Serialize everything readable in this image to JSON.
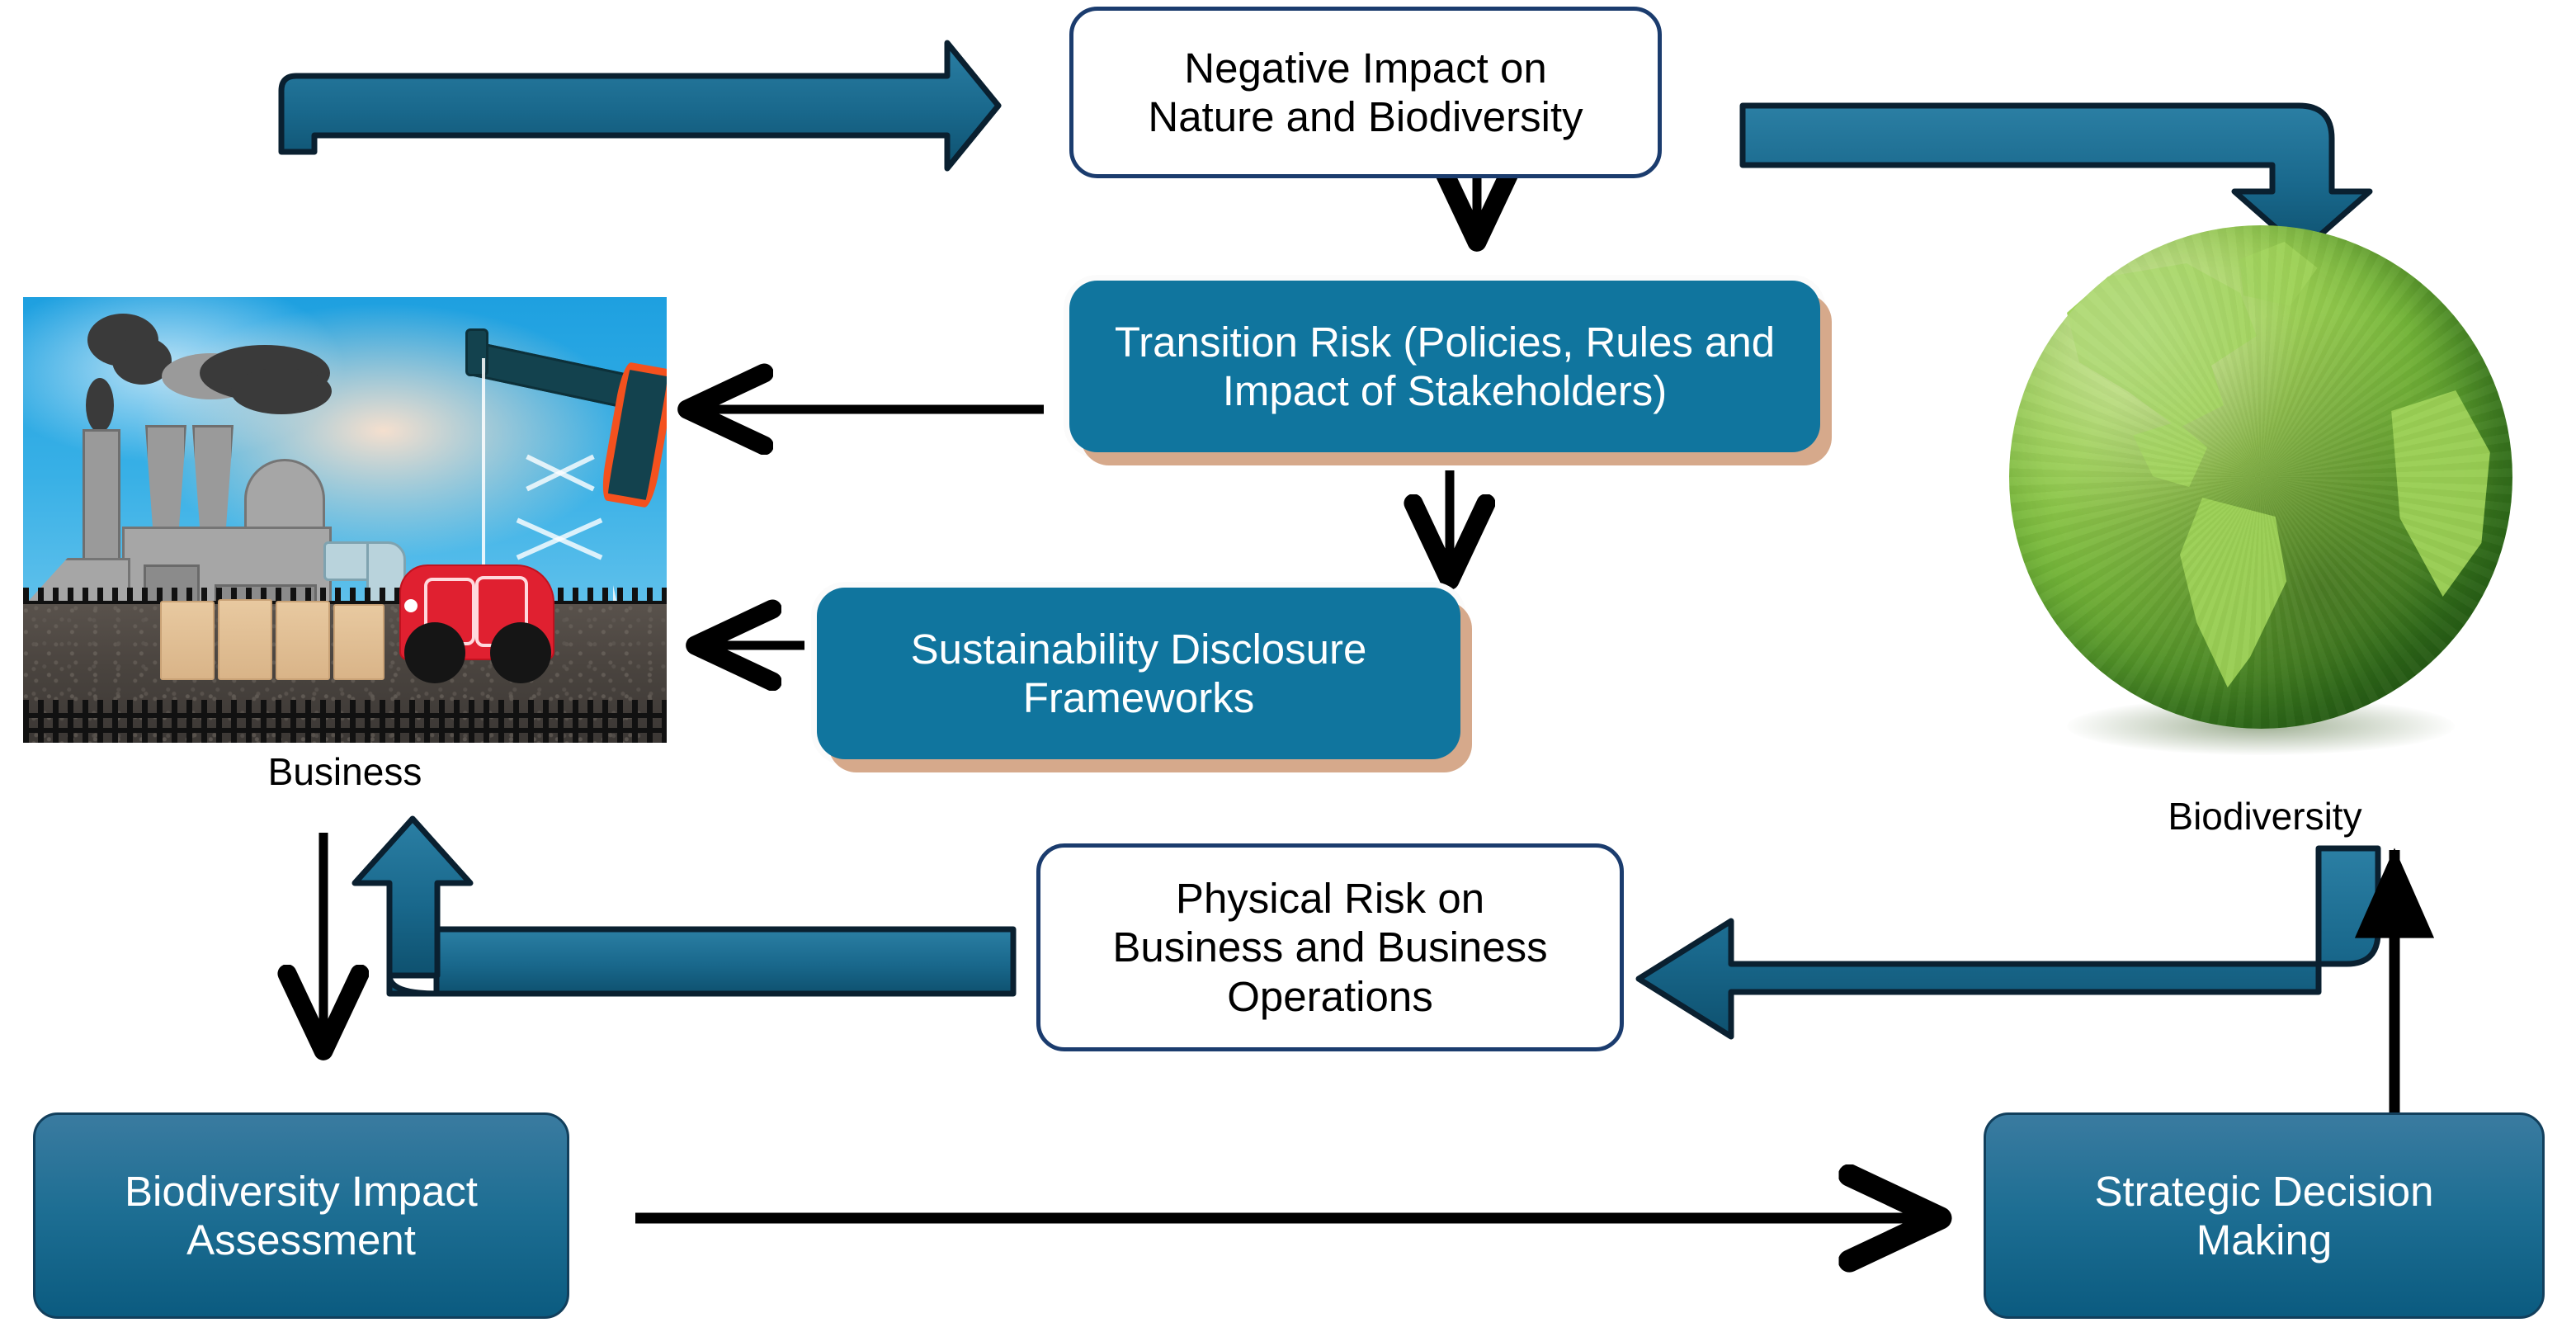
{
  "diagram": {
    "title": "Business and biodiversity risk feedback loop",
    "colors": {
      "teal_fill": "#10759e",
      "teal_arrow": "#1a6a8e",
      "navy_outline": "#1b3c6e",
      "tan_shadow": "#d6a98b",
      "black_arrow": "#000000",
      "grad_top": "#3a7ba0",
      "grad_bottom": "#0b5b80"
    },
    "nodes": [
      {
        "id": "negative-impact",
        "label": "Negative Impact on\nNature and Biodiversity",
        "style": "white-outline"
      },
      {
        "id": "transition-risk",
        "label": "Transition Risk (Policies, Rules and\nImpact of Stakeholders)",
        "style": "teal"
      },
      {
        "id": "disclosure-frameworks",
        "label": "Sustainability Disclosure\nFrameworks",
        "style": "teal"
      },
      {
        "id": "physical-risk",
        "label": "Physical Risk on\nBusiness and Business\nOperations",
        "style": "white-outline"
      },
      {
        "id": "biodiversity-impact-assessment",
        "label": "Biodiversity Impact\nAssessment",
        "style": "gradient-teal"
      },
      {
        "id": "strategic-decision-making",
        "label": "Strategic Decision\nMaking",
        "style": "gradient-teal"
      }
    ],
    "images": [
      {
        "id": "business-image",
        "caption": "Business",
        "alt": "Factory with smokestacks, oil pump jack, wooden blocks and a red toy car behind a fence"
      },
      {
        "id": "biodiversity-image",
        "caption": "Biodiversity",
        "alt": "Green grass-covered globe showing the Americas"
      }
    ],
    "connectors": [
      {
        "id": "business-to-negative-impact",
        "kind": "thick-teal-elbow",
        "from": "business-image",
        "to": "negative-impact"
      },
      {
        "id": "negative-impact-to-biodiversity",
        "kind": "thick-teal-elbow",
        "from": "negative-impact",
        "to": "biodiversity-image"
      },
      {
        "id": "negative-impact-to-transition-risk",
        "kind": "thin-black",
        "from": "negative-impact",
        "to": "transition-risk"
      },
      {
        "id": "transition-risk-to-business",
        "kind": "thin-black",
        "from": "transition-risk",
        "to": "business-image"
      },
      {
        "id": "transition-risk-to-disclosure",
        "kind": "thin-black",
        "from": "transition-risk",
        "to": "disclosure-frameworks"
      },
      {
        "id": "disclosure-to-business",
        "kind": "thin-black",
        "from": "disclosure-frameworks",
        "to": "business-image"
      },
      {
        "id": "biodiversity-to-physical-risk",
        "kind": "thick-teal-elbow",
        "from": "biodiversity-image",
        "to": "physical-risk"
      },
      {
        "id": "physical-risk-to-business",
        "kind": "thick-teal-elbow",
        "from": "physical-risk",
        "to": "business-image"
      },
      {
        "id": "business-to-impact-assessment",
        "kind": "thin-black",
        "from": "business-image",
        "to": "biodiversity-impact-assessment"
      },
      {
        "id": "impact-assessment-to-strategic-decision",
        "kind": "thin-black",
        "from": "biodiversity-impact-assessment",
        "to": "strategic-decision-making"
      },
      {
        "id": "strategic-decision-to-biodiversity",
        "kind": "thin-black",
        "from": "strategic-decision-making",
        "to": "biodiversity-image"
      }
    ]
  }
}
